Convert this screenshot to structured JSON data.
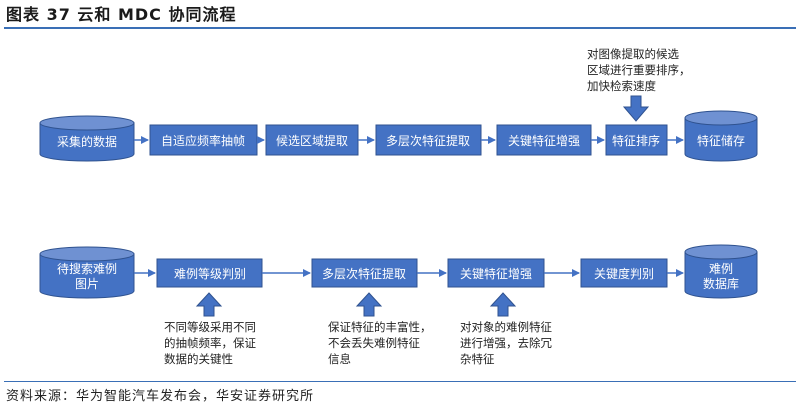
{
  "figure": {
    "title": "图表  37  云和 MDC 协同流程",
    "source": "资料来源：华为智能汽车发布会，华安证券研究所"
  },
  "colors": {
    "fill": "#4472c4",
    "stroke": "#2f528f",
    "rule": "#3a6fb6"
  },
  "row1": {
    "start": "采集的数据",
    "steps": [
      "自适应频率抽帧",
      "候选区域提取",
      "多层次特征提取",
      "关键特征增强",
      "特征排序"
    ],
    "end": "特征储存",
    "note": [
      "对图像提取的候选",
      "区域进行重要排序，",
      "加快检索速度"
    ]
  },
  "row2": {
    "start": [
      "待搜索难例",
      "图片"
    ],
    "steps": [
      "难例等级判别",
      "多层次特征提取",
      "关键特征增强",
      "关键度判别"
    ],
    "end": [
      "难例",
      "数据库"
    ],
    "notes": [
      [
        "不同等级采用不同",
        "的抽帧频率，保证",
        "数据的关键性"
      ],
      [
        "保证特征的丰富性，",
        "不会丢失难例特征",
        "信息"
      ],
      [
        "对对象的难例特征",
        "进行增强，去除冗",
        "杂特征"
      ]
    ]
  }
}
